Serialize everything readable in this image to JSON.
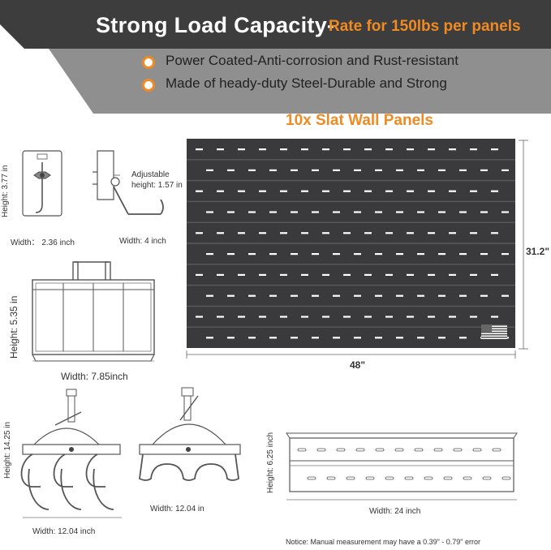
{
  "banner": {
    "title": "Strong Load Capacity-",
    "rating": "Rate for 150lbs per panels",
    "features": [
      "Power Coated-Anti-corrosion and Rust-resistant",
      "Made of heady-duty Steel-Durable and Strong"
    ],
    "colors": {
      "dark": "#3d3d3d",
      "mid": "#8a8a8a",
      "accent": "#f08a23"
    }
  },
  "panels": {
    "title": "10x Slat Wall Panels",
    "height_label": "31.2\"",
    "width_label": "48\"",
    "flag_icon": "us-flag-icon",
    "panel_color": "#3a3a3c"
  },
  "items": {
    "bracket": {
      "height": "Height: 3.77 in",
      "width": "Width： 2.36 inch"
    },
    "hook": {
      "adjustable": "Adjustable height: 1.57 in",
      "adjustable_line1": "Adjustable",
      "adjustable_line2": "height: 1.57 in",
      "width": "Width: 4 inch"
    },
    "basket": {
      "height": "Height: 5.35 in",
      "width": "Width: 7.85inch"
    },
    "triple_hook": {
      "height": "Height: 14.25 in",
      "width": "Width: 12.04 inch"
    },
    "triple_hanger": {
      "width": "Width: 12.04 in"
    },
    "shelf": {
      "height": "Height: 6.25 inch",
      "width": "Width: 24 inch"
    }
  },
  "notice": "Notice: Manual measurement may have a 0.39\" - 0.79\" error"
}
